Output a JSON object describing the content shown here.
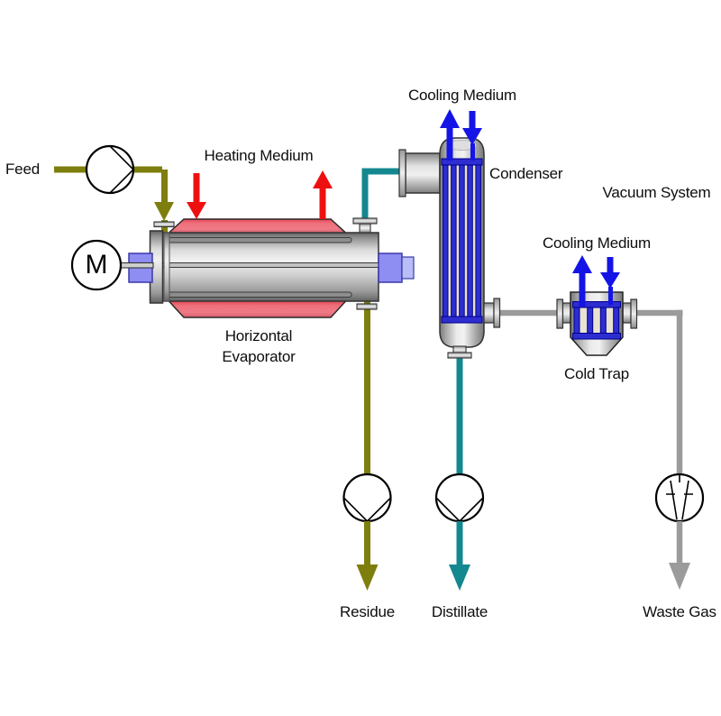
{
  "labels": {
    "feed": "Feed",
    "heating_medium": "Heating Medium",
    "cooling_medium_condenser": "Cooling Medium",
    "condenser": "Condenser",
    "vacuum_system": "Vacuum System",
    "cooling_medium_cold_trap": "Cooling Medium",
    "evaporator_line1": "Horizontal",
    "evaporator_line2": "Evaporator",
    "cold_trap": "Cold Trap",
    "residue": "Residue",
    "distillate": "Distillate",
    "waste_gas": "Waste Gas",
    "motor": "M"
  },
  "colors": {
    "pipe-olive": "#7e7e0e",
    "pipe-teal": "#148890",
    "pipe-gray": "#9b9b9b",
    "arrow-red": "#ee1010",
    "arrow-blue": "#1414e6",
    "tube-blue": "#2d2dd0",
    "tube-navy": "#00008b",
    "jacket-pink": "#ee707c",
    "coupling-blue": "#8d8df2",
    "label-color": "#0d0d0d"
  },
  "icons": {
    "feed_pump": "pump-icon",
    "residue_pump": "pump-icon",
    "distillate_pump": "pump-icon",
    "waste_gas_pump": "vacuum-pump-icon",
    "motor": "motor-icon"
  }
}
